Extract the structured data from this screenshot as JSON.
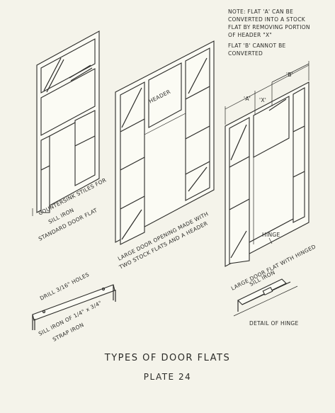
{
  "note": {
    "line1": "NOTE: FLAT 'A' CAN BE",
    "line2": "CONVERTED INTO A STOCK",
    "line3": "FLAT BY REMOVING PORTION",
    "line4": "OF HEADER \"X\"",
    "line5": "FLAT 'B' CANNOT BE",
    "line6": "CONVERTED"
  },
  "labels": {
    "header": "HEADER",
    "countersink_1": "COUNTERSINK STILES FOR",
    "countersink_2": "SILL IRON",
    "standard_door_flat": "STANDARD DOOR FLAT",
    "large_opening_1": "LARGE DOOR OPENING MADE WITH",
    "large_opening_2": "TWO STOCK FLATS AND A HEADER",
    "hinge": "HINGE",
    "hinged_1": "LARGE DOOR FLAT WITH HINGED",
    "hinged_2": "SILL IRON",
    "dim_a": "'A'",
    "dim_x": "'X'",
    "dim_b": "'B'",
    "drill": "DRILL 3/16\" HOLES",
    "sill_iron_1": "SILL IRON OF 1/4\" x 3/4\"",
    "sill_iron_2": "STRAP IRON",
    "detail_hinge": "DETAIL OF HINGE"
  },
  "title": "TYPES OF DOOR FLATS",
  "plate": "PLATE 24"
}
